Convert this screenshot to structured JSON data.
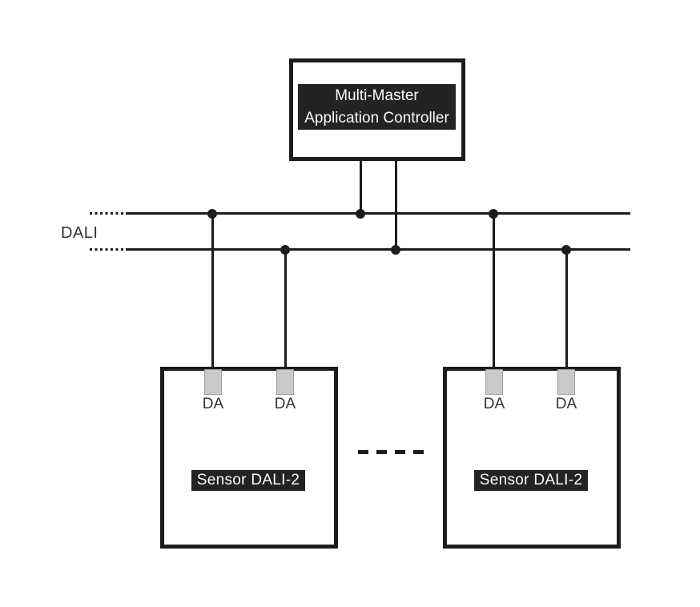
{
  "controller": {
    "line1": "Multi-Master",
    "line2": "Application Controller"
  },
  "bus": {
    "label": "DALI"
  },
  "sensors": [
    {
      "label": "Sensor DALI-2",
      "terminals": {
        "0": "DA",
        "1": "DA"
      }
    },
    {
      "label": "Sensor DALI-2",
      "terminals": {
        "0": "DA",
        "1": "DA"
      }
    }
  ],
  "ellipsis": {
    "label": "- - - -"
  },
  "colors": {
    "line": "#1c1c1a",
    "chip_bg": "#232321",
    "chip_fg": "#fbfbfb",
    "terminal_fill": "#c9c9c9",
    "terminal_border": "#9d9d9c",
    "text": "#333332",
    "bg": "#ffffff"
  }
}
